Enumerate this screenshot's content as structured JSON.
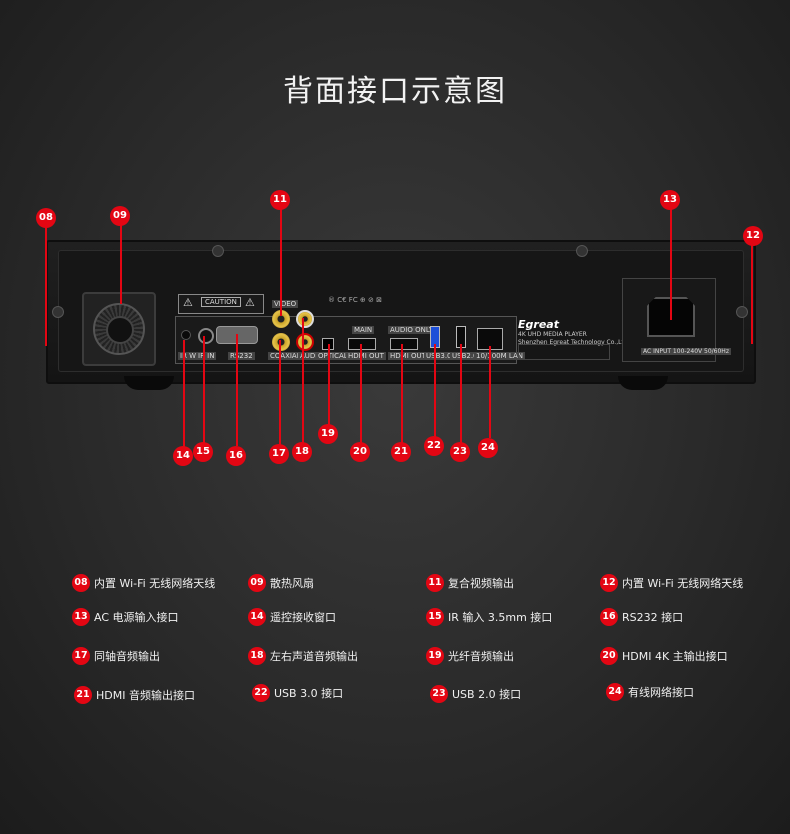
{
  "title": "背面接口示意图",
  "device": {
    "caution_label": "CAUTION",
    "video_label": "VIDEO",
    "brand": "Egreat",
    "brand_subtitle": "4K UHD MEDIA PLAYER",
    "company": "Shenzhen Egreat Technology Co.,Ltd",
    "ac_label": "AC INPUT 100-240V 50/60Hz",
    "port_labels": {
      "ir_window": "IR WIN",
      "ir": "IR IN",
      "rs232": "RS232",
      "coaxial": "COAXIAL",
      "audio": "AUDIO",
      "optical": "OPTICAL",
      "main": "MAIN",
      "hdmi_out": "HDMI OUT",
      "audio_only": "AUDIO ONLY",
      "hdmi_out2": "HDMI OUT",
      "usb3": "USB3.0",
      "usb2": "USB2.0",
      "lan": "10/100M LAN"
    }
  },
  "markers": [
    "08",
    "09",
    "11",
    "12",
    "13",
    "14",
    "15",
    "16",
    "17",
    "18",
    "19",
    "20",
    "21",
    "22",
    "23",
    "24"
  ],
  "legend": [
    {
      "num": "08",
      "text": "内置 Wi-Fi 无线网络天线"
    },
    {
      "num": "09",
      "text": "散热风扇"
    },
    {
      "num": "11",
      "text": "复合视频输出"
    },
    {
      "num": "12",
      "text": "内置 Wi-Fi 无线网络天线"
    },
    {
      "num": "13",
      "text": "AC 电源输入接口"
    },
    {
      "num": "14",
      "text": "遥控接收窗口"
    },
    {
      "num": "15",
      "text": "IR 输入 3.5mm 接口"
    },
    {
      "num": "16",
      "text": "RS232 接口"
    },
    {
      "num": "17",
      "text": "同轴音频输出"
    },
    {
      "num": "18",
      "text": "左右声道音频输出"
    },
    {
      "num": "19",
      "text": "光纤音频输出"
    },
    {
      "num": "20",
      "text": "HDMI 4K 主输出接口"
    },
    {
      "num": "21",
      "text": "HDMI 音频输出接口"
    },
    {
      "num": "22",
      "text": "USB 3.0 接口"
    },
    {
      "num": "23",
      "text": "USB 2.0 接口"
    },
    {
      "num": "24",
      "text": "有线网络接口"
    }
  ],
  "colors": {
    "accent": "#e30613",
    "background": "#2b2b2b"
  }
}
